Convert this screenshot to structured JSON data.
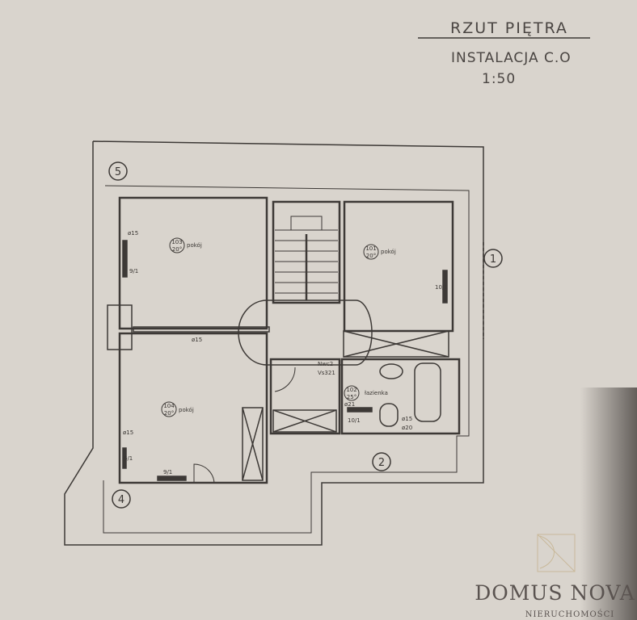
{
  "header": {
    "title": "RZUT PIĘTRA",
    "subtitle": "INSTALACJA C.O",
    "scale": "1:50"
  },
  "axes": [
    "5",
    "1",
    "2",
    "4"
  ],
  "rooms": [
    {
      "number": "103",
      "temp": "20°",
      "name": "pokój"
    },
    {
      "number": "101",
      "temp": "20°",
      "name": "pokój"
    },
    {
      "number": "104",
      "temp": "20°",
      "name": "pokój"
    },
    {
      "number": "102",
      "temp": "25°",
      "name": "łazienka"
    }
  ],
  "annotations": {
    "a1": "ø15",
    "a2": "9/1",
    "a3": "ø15",
    "a4": "10/1",
    "a5": "ø15",
    "a6": "6/1",
    "a7": "9/1",
    "a8": "Nwc2",
    "a9": "Vs321",
    "a10": "ø21",
    "a11": "10/1",
    "a12": "ø15",
    "a13": "ø20"
  },
  "brand": {
    "name": "DOMUS NOVA",
    "tagline": "NIERUCHOMOŚCI"
  }
}
